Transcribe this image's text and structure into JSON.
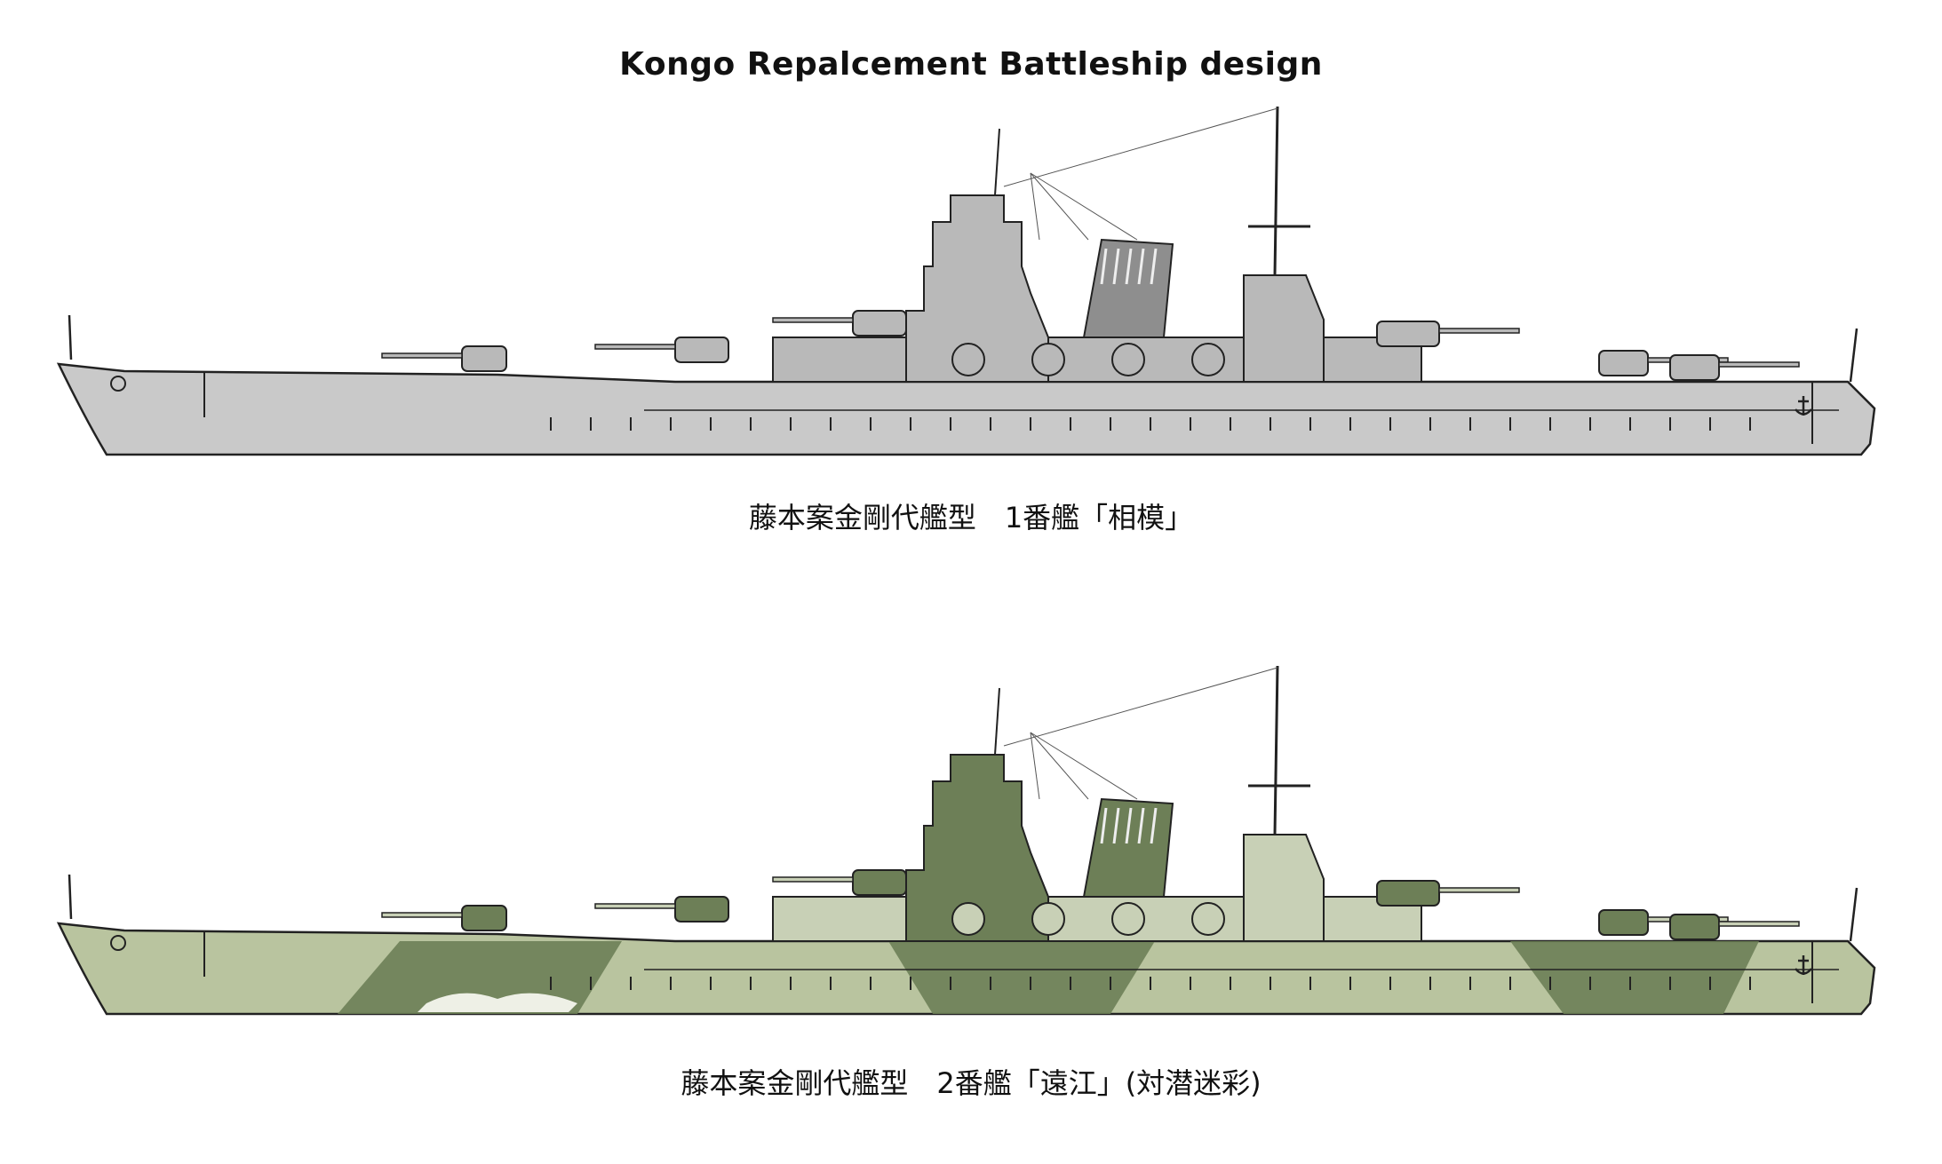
{
  "title": "Kongo Repalcement Battleship design",
  "ships": [
    {
      "caption": "藤本案金剛代艦型　1番艦「相模」",
      "scheme": "grey",
      "colors": {
        "hull": "#c9c9c9",
        "super": "#b9b9b9",
        "dark": "#8e8e8e",
        "accent": "#e7b99f"
      }
    },
    {
      "caption": "藤本案金剛代艦型　2番艦「遠江」(対潜迷彩)",
      "scheme": "camouflage",
      "colors": {
        "hull": "#b9c49f",
        "super": "#c8d0b6",
        "dark": "#6d7f57",
        "accent": "#e7b99f",
        "light": "#eef0e6"
      }
    }
  ],
  "icons": [
    "anchor-icon",
    "bow-crest-icon"
  ]
}
